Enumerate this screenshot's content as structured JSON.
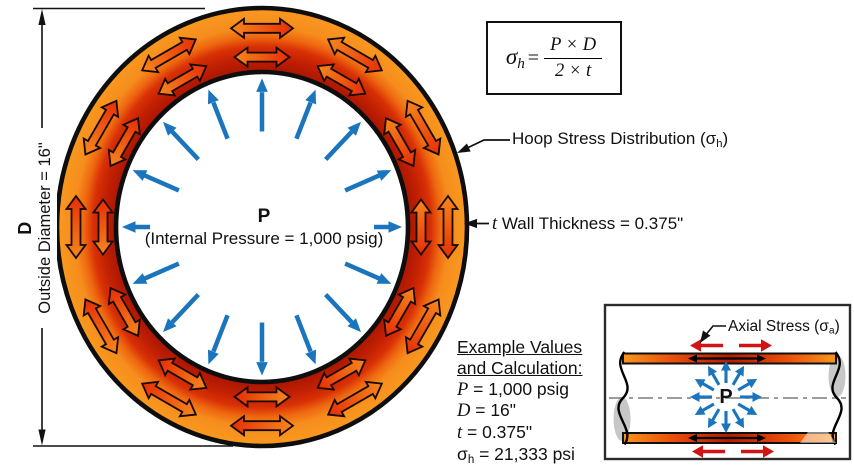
{
  "colors": {
    "blue": "#1b75bc",
    "arrow_grad_start": "#f6871e",
    "arrow_grad_end": "#e62e05",
    "accent_red": "#d21414",
    "ring_inner_red": "#ab1600",
    "ring_outer_orange": "#f9991f",
    "line_black": "#111111",
    "gray_centerline": "#8e8e8e"
  },
  "dimension": {
    "d": "D",
    "label": "Outside Diameter = 16\""
  },
  "formula": {
    "sigma": "σ",
    "sigma_sub": "h",
    "equals": "=",
    "numerator": "P × D",
    "denominator": "2 × t"
  },
  "labels": {
    "hoop_pre": "Hoop Stress Distribution (σ",
    "hoop_sub": "h",
    "hoop_post": ")",
    "wall_var": "t",
    "wall_rest": " Wall Thickness = 0.375\"",
    "center_p": "P",
    "center_pressure": "(Internal Pressure = 1,000 psig)"
  },
  "example": {
    "heading_line1": "Example Values",
    "heading_line2": "and Calculation:",
    "rows": [
      {
        "var": "P",
        "rest": " = 1,000 psig"
      },
      {
        "var": "D",
        "rest": " = 16\""
      },
      {
        "var": "t",
        "rest": " = 0.375\""
      }
    ],
    "sigma": "σ",
    "sigma_sub": "h",
    "sigma_rest": " = 21,333 psi"
  },
  "inset": {
    "axial_pre": "Axial Stress (σ",
    "axial_sub": "a",
    "axial_post": ")",
    "p": "P"
  }
}
